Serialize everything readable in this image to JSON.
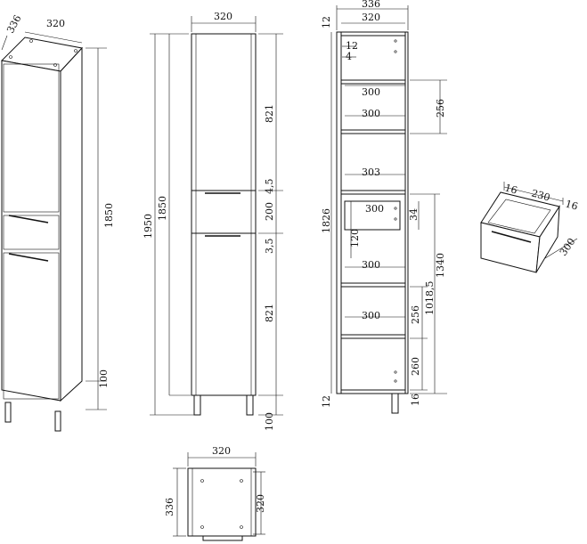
{
  "dims": {
    "iso_depth": "336",
    "iso_width": "320",
    "iso_height": "1850",
    "iso_leg": "100",
    "front_width": "320",
    "front_total": "1950",
    "front_body": "1850",
    "front_upper_door": "821",
    "front_gap1": "4,5",
    "front_drawer": "200",
    "front_gap2": "3,5",
    "front_lower_door": "821",
    "front_leg": "100",
    "sec_outer": "336",
    "sec_inner": "320",
    "sec_top_panel": "12",
    "sec_panel12": "12",
    "sec_panel4": "4",
    "sec_shelf1": "300",
    "sec_shelf2": "300",
    "sec_space256a": "256",
    "sec_shelf303": "303",
    "sec_drawer300": "300",
    "sec_drawer34": "34",
    "sec_drawer120": "120",
    "sec_total1826": "1826",
    "sec_shelf300c": "300",
    "sec_1340": "1340",
    "sec_1018": "1018,5",
    "sec_shelf300d": "300",
    "sec_space256b": "256",
    "sec_space260": "260",
    "sec_bottom12": "12",
    "sec_bottom16": "16",
    "top_width": "320",
    "top_depth": "336",
    "top_inner": "320",
    "drw_side_l": "16",
    "drw_width": "230",
    "drw_side_r": "16",
    "drw_depth": "300"
  }
}
